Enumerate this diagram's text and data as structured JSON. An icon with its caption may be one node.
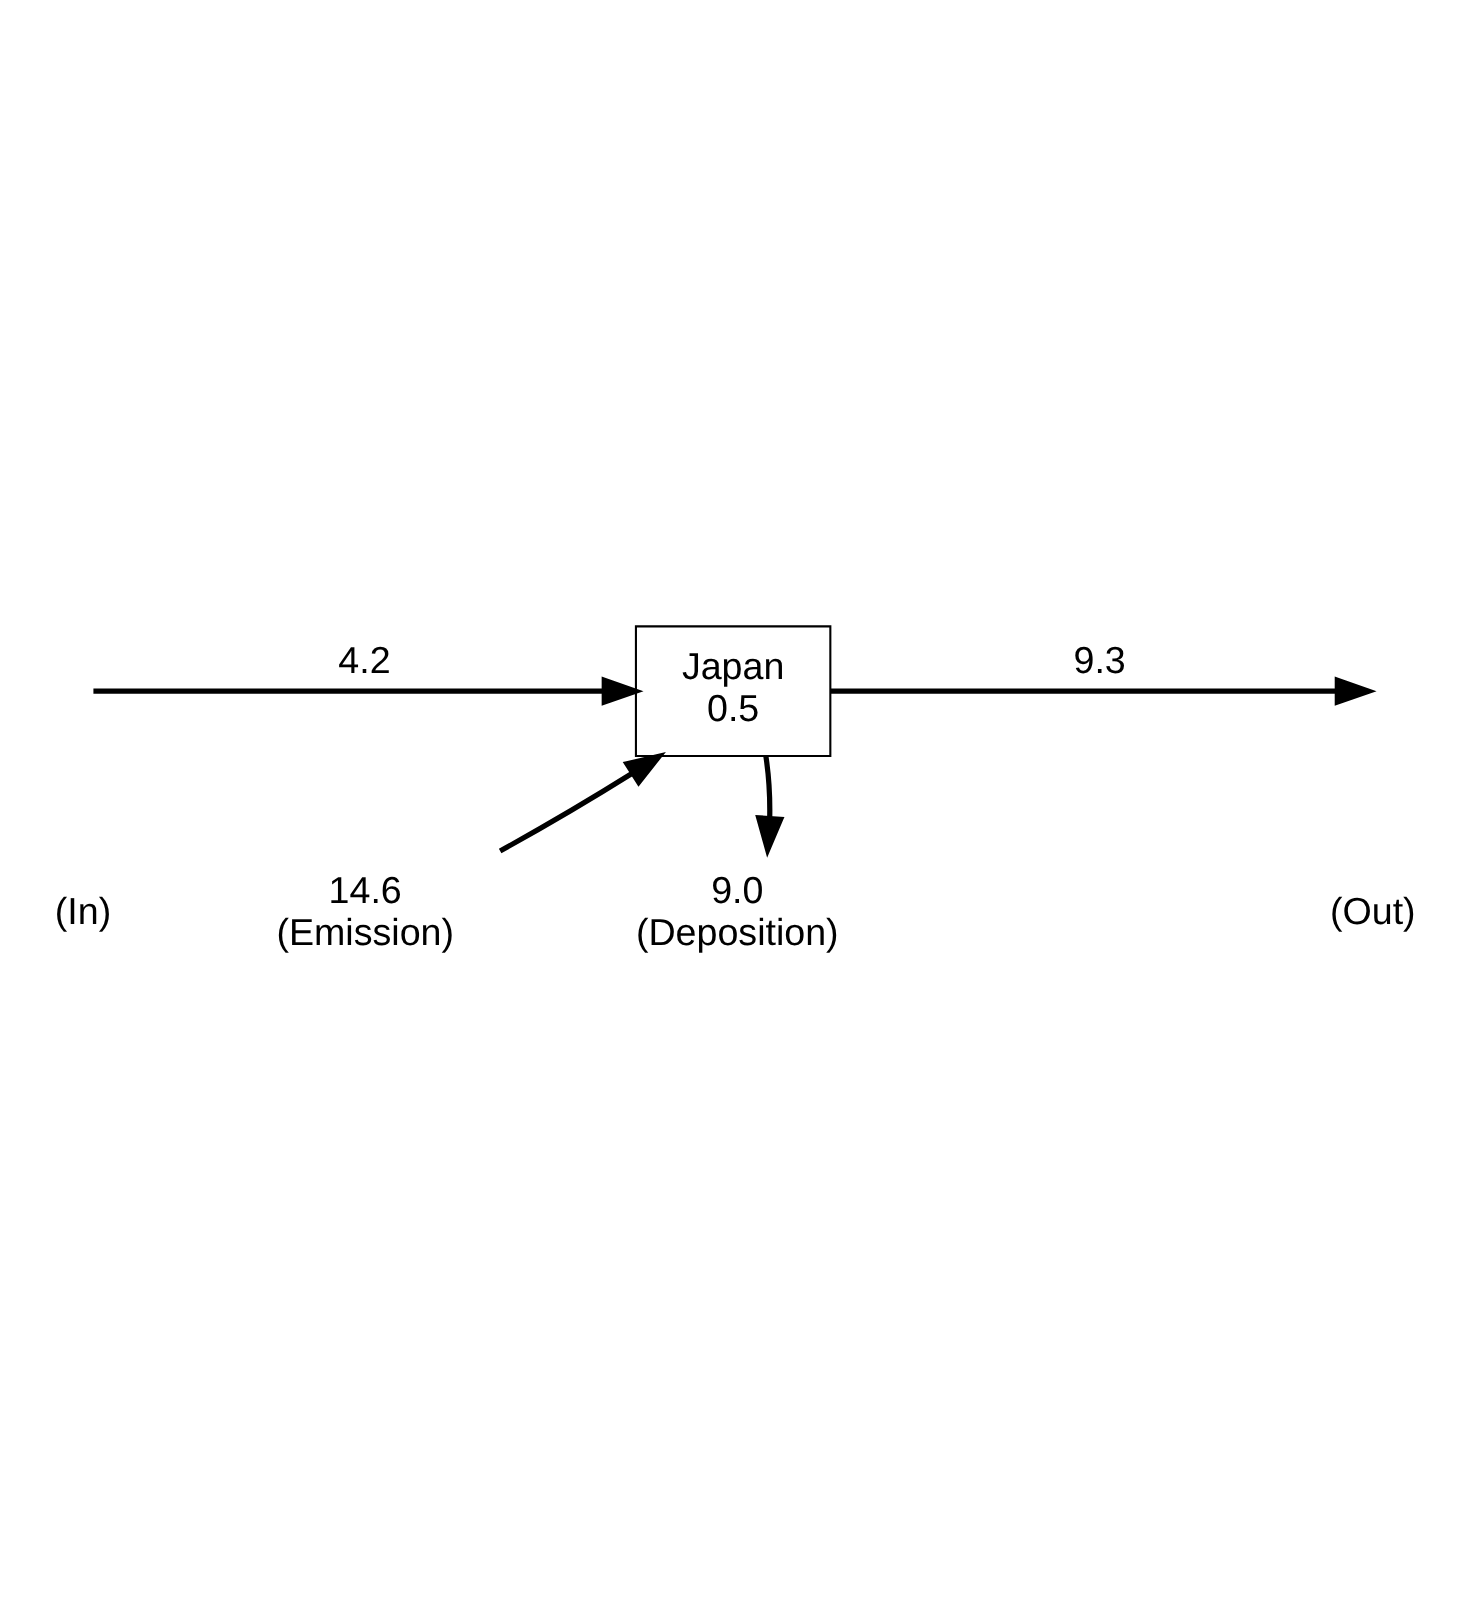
{
  "diagram": {
    "nodes": [
      {
        "text": [
          "Japan",
          "0.5"
        ]
      },
      {
        "text": [
          "14.6"
        ],
        "beside": [
          "(Emission)"
        ]
      },
      {
        "text": [
          "9.0"
        ],
        "beside": [
          "(Deposition)"
        ]
      }
    ],
    "edges": [
      {
        "from": null,
        "to": 0,
        "arrow": "to",
        "label": "4.2"
      },
      {
        "from": 0,
        "to": null,
        "arrow": "to",
        "label": "9.3"
      },
      {
        "from": 1,
        "to": 0,
        "arrow": "to"
      },
      {
        "from": 0,
        "to": 2,
        "arrow": "to"
      }
    ],
    "labels": [
      "(In)",
      "(Out)"
    ]
  }
}
